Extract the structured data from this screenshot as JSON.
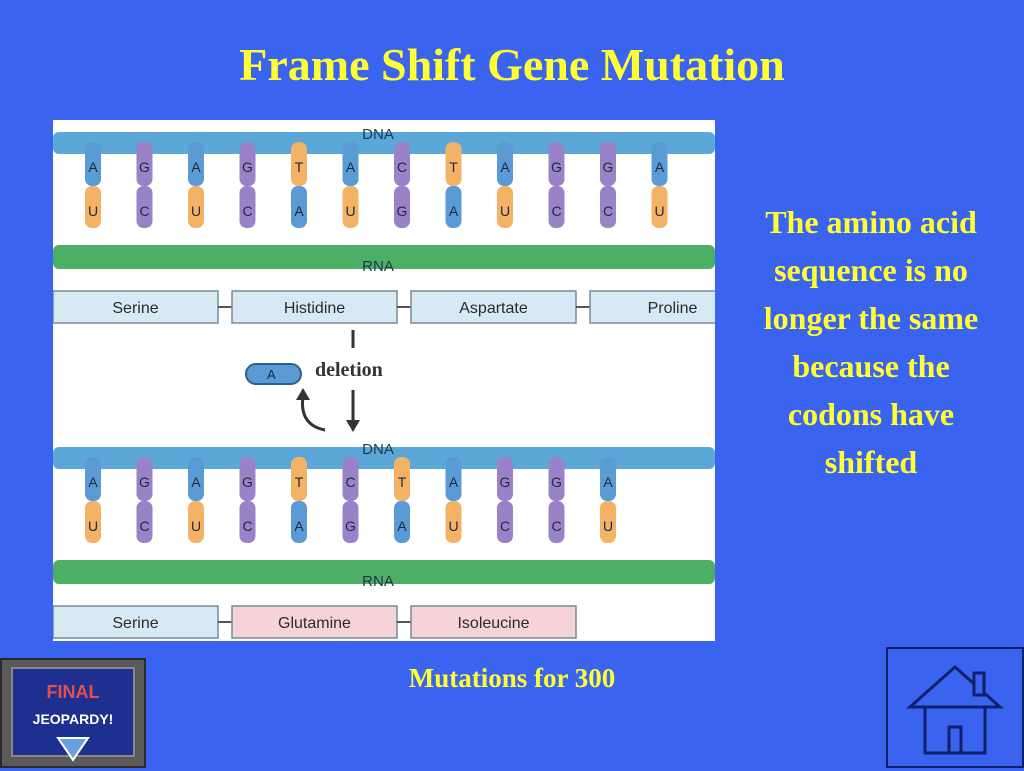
{
  "slide": {
    "title": "Frame Shift Gene Mutation",
    "side_text": "The amino acid sequence is no longer the same because the codons have shifted",
    "footer": "Mutations for 300"
  },
  "figure": {
    "dna_label": "DNA",
    "rna_label": "RNA",
    "deletion_label": "deletion",
    "top": {
      "dna_bases": [
        "A",
        "G",
        "A",
        "G",
        "T",
        "A",
        "C",
        "T",
        "A",
        "G",
        "G",
        "A"
      ],
      "rna_bases": [
        "U",
        "C",
        "U",
        "C",
        "A",
        "U",
        "G",
        "A",
        "U",
        "C",
        "C",
        "U"
      ],
      "amino_acids": [
        "Serine",
        "Histidine",
        "Aspartate",
        "Proline"
      ]
    },
    "bottom": {
      "dna_bases": [
        "A",
        "G",
        "A",
        "G",
        "T",
        "C",
        "T",
        "A",
        "G",
        "G",
        "A"
      ],
      "rna_bases": [
        "U",
        "C",
        "U",
        "C",
        "A",
        "G",
        "A",
        "U",
        "C",
        "C",
        "U"
      ],
      "amino_acids": [
        "Serine",
        "Glutamine",
        "Isoleucine"
      ]
    },
    "colors": {
      "A": "#5b9bd5",
      "T": "#f4b266",
      "G": "#9a82c8",
      "C": "#9a82c8",
      "U": "#f4b266",
      "dna_bar": "#5aa7d8",
      "rna_bar": "#4caf63",
      "normal_box": "#d6e9f5",
      "mutant_box": "#f6d3d6"
    }
  },
  "buttons": {
    "final_jeopardy": {
      "line1": "FINAL",
      "line2": "JEOPARDY!"
    },
    "home": "home-icon"
  }
}
